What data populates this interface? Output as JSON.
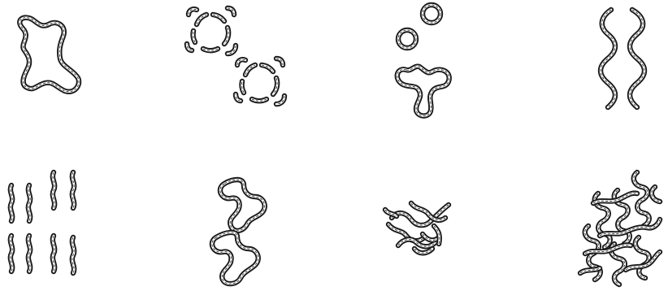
{
  "figure": {
    "panels": [
      {
        "id": "a",
        "kind": "single-closed-polymer"
      },
      {
        "id": "b",
        "kind": "two-broken-rings"
      },
      {
        "id": "c",
        "kind": "two-rings-and-trefoil-loop"
      },
      {
        "id": "d",
        "kind": "two-parallel-wavy-chains"
      },
      {
        "id": "e",
        "kind": "aligned-short-wavy-rods"
      },
      {
        "id": "f",
        "kind": "two-linked-trefoil-loops"
      },
      {
        "id": "g",
        "kind": "entangled-short-chains"
      },
      {
        "id": "h",
        "kind": "wavy-chain-network"
      }
    ],
    "colors": {
      "stroke": "#1a1a1a",
      "fill": "#ffffff",
      "background": "#ffffff"
    }
  }
}
